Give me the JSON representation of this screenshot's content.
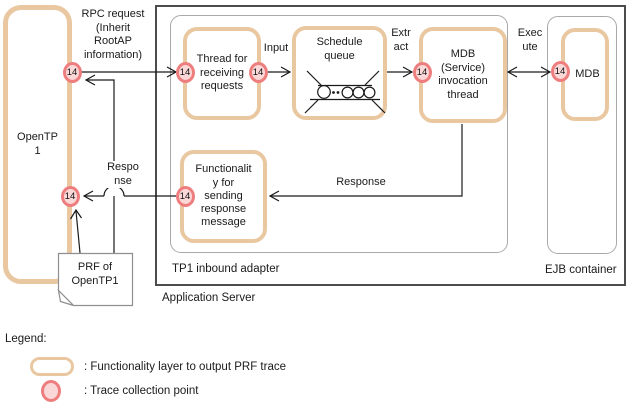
{
  "colors": {
    "tan": "#e9c8a1",
    "ring": "#ee7e7e",
    "pink": "#fbd8d8",
    "line": "#1a1a1a",
    "gray": "#a9a9a9",
    "dark": "#4c4c4c",
    "note": "#8f8f8f"
  },
  "trace_point": {
    "label": "14"
  },
  "nodes": {
    "open_tp1": "OpenTP\n1",
    "thread_receiving": "Thread for\nreceiving\nrequests",
    "schedule_queue": "Schedule\nqueue",
    "mdb_invocation": "MDB\n(Service)\ninvocation\nthread",
    "functionality_sending": "Functionalit\ny for\nsending\nresponse\nmessage",
    "mdb": "MDB"
  },
  "containers": {
    "tp1_inbound_adapter": "TP1 inbound adapter",
    "ejb_container": "EJB container",
    "application_server": "Application Server"
  },
  "edge_labels": {
    "rpc_request": "RPC request\n(Inherit\nRootAP\ninformation)",
    "input": "Input",
    "extract": "Extr\nact",
    "execute": "Exec\nute",
    "response_short": "Respo\nnse",
    "response": "Response"
  },
  "note": {
    "label": "PRF of\nOpenTP1"
  },
  "legend": {
    "title": "Legend:",
    "functionality_layer": ": Functionality layer to output PRF trace",
    "trace_point": ": Trace collection point"
  }
}
